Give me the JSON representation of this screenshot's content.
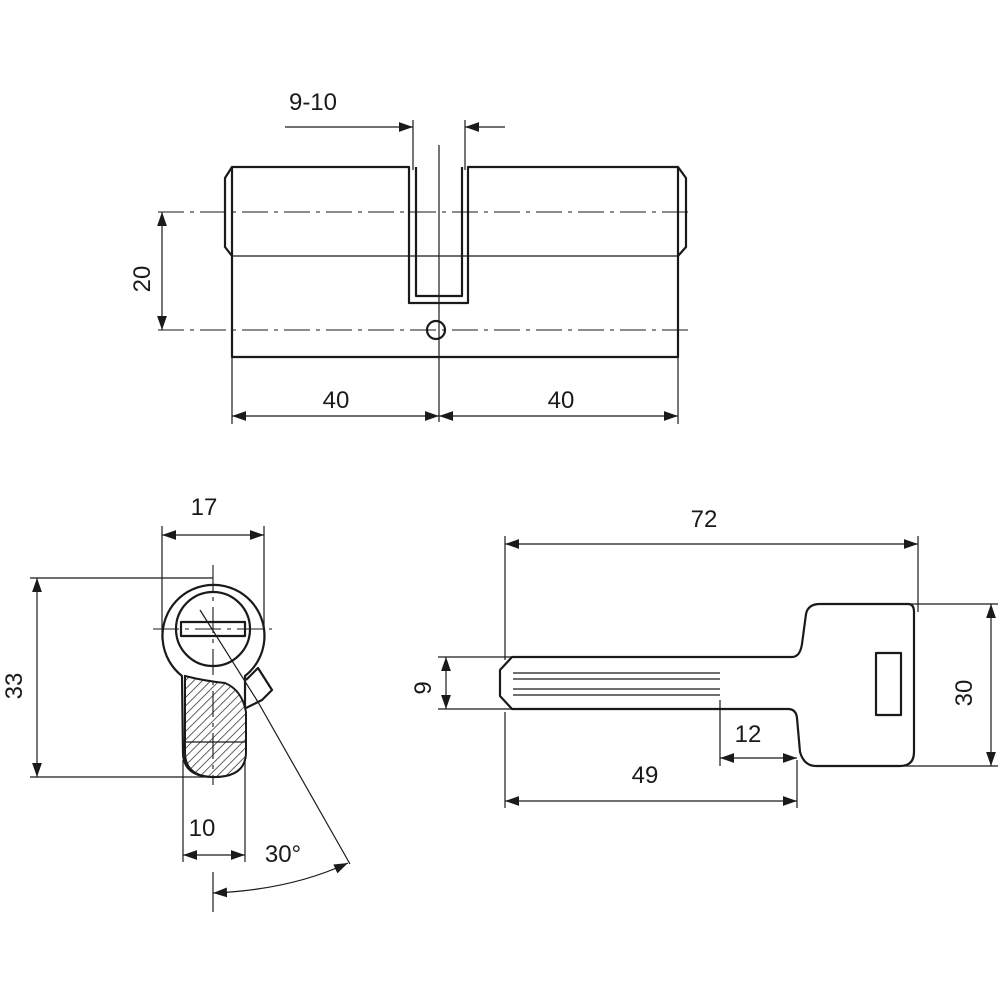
{
  "dimensions": {
    "slot_width": "9-10",
    "cylinder_height": "20",
    "left_length": "40",
    "right_length": "40",
    "profile_width": "17",
    "profile_height": "33",
    "cam_width": "10",
    "cam_angle": "30°",
    "key_length": "72",
    "key_blade_height": "9",
    "key_head_height": "30",
    "key_step": "12",
    "key_blade_length": "49"
  }
}
